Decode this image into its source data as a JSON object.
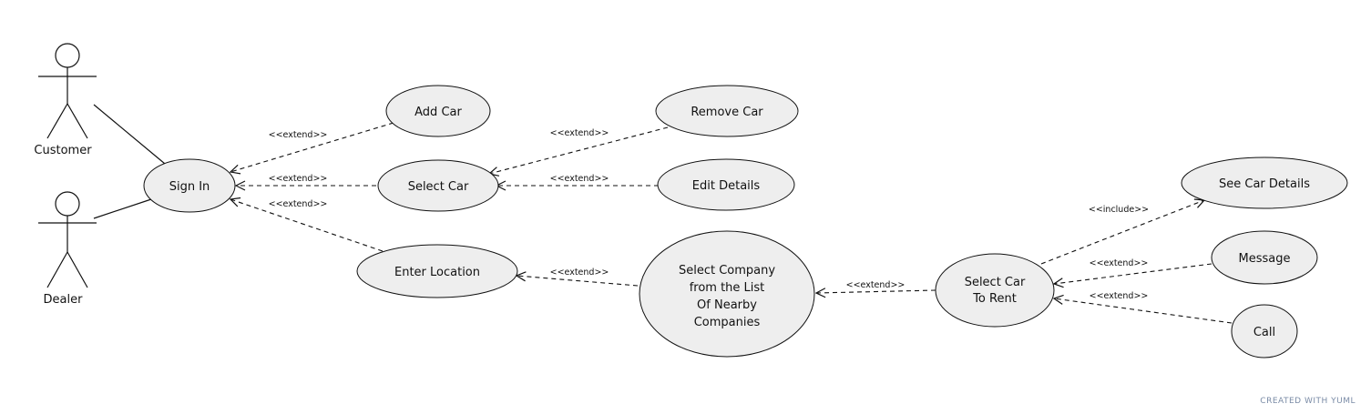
{
  "actors": {
    "customer": "Customer",
    "dealer": "Dealer"
  },
  "usecases": {
    "sign_in": "Sign In",
    "add_car": "Add Car",
    "select_car": "Select Car",
    "remove_car": "Remove Car",
    "edit_details": "Edit Details",
    "enter_location": "Enter Location",
    "select_company": [
      "Select Company",
      "from the List",
      "Of Nearby",
      "Companies"
    ],
    "select_car_to_rent": [
      "Select Car",
      "To Rent"
    ],
    "see_car_details": "See Car Details",
    "message": "Message",
    "call": "Call"
  },
  "relations": {
    "add_car_to_sign_in": "<<extend>>",
    "select_car_to_sign_in": "<<extend>>",
    "enter_location_to_sign_in": "<<extend>>",
    "remove_car_to_select_car": "<<extend>>",
    "edit_details_to_select_car": "<<extend>>",
    "select_company_to_enter_location": "<<extend>>",
    "select_car_to_rent_to_select_company": "<<extend>>",
    "select_car_to_rent_to_see_car_details": "<<include>>",
    "message_to_select_car_to_rent": "<<extend>>",
    "call_to_select_car_to_rent": "<<extend>>"
  },
  "footer": {
    "credit": "CREATED WITH YUML"
  }
}
